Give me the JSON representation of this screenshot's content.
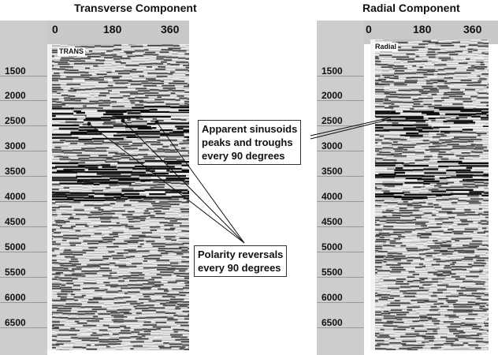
{
  "panels": {
    "transverse": {
      "title": "Transverse Component",
      "trace_label": "TRANS",
      "angles": [
        "0",
        "180",
        "360"
      ]
    },
    "radial": {
      "title": "Radial Component",
      "trace_label": "Radial",
      "angles": [
        "0",
        "180",
        "360"
      ]
    }
  },
  "depth_labels": [
    "1500",
    "2000",
    "2500",
    "3000",
    "3500",
    "4000",
    "4500",
    "5000",
    "5500",
    "6000",
    "6500"
  ],
  "callouts": {
    "sinusoids": [
      "Apparent sinusoids",
      "peaks and troughs",
      "every 90 degrees"
    ],
    "polarity": [
      "Polarity reversals",
      "every 90 degrees"
    ]
  }
}
